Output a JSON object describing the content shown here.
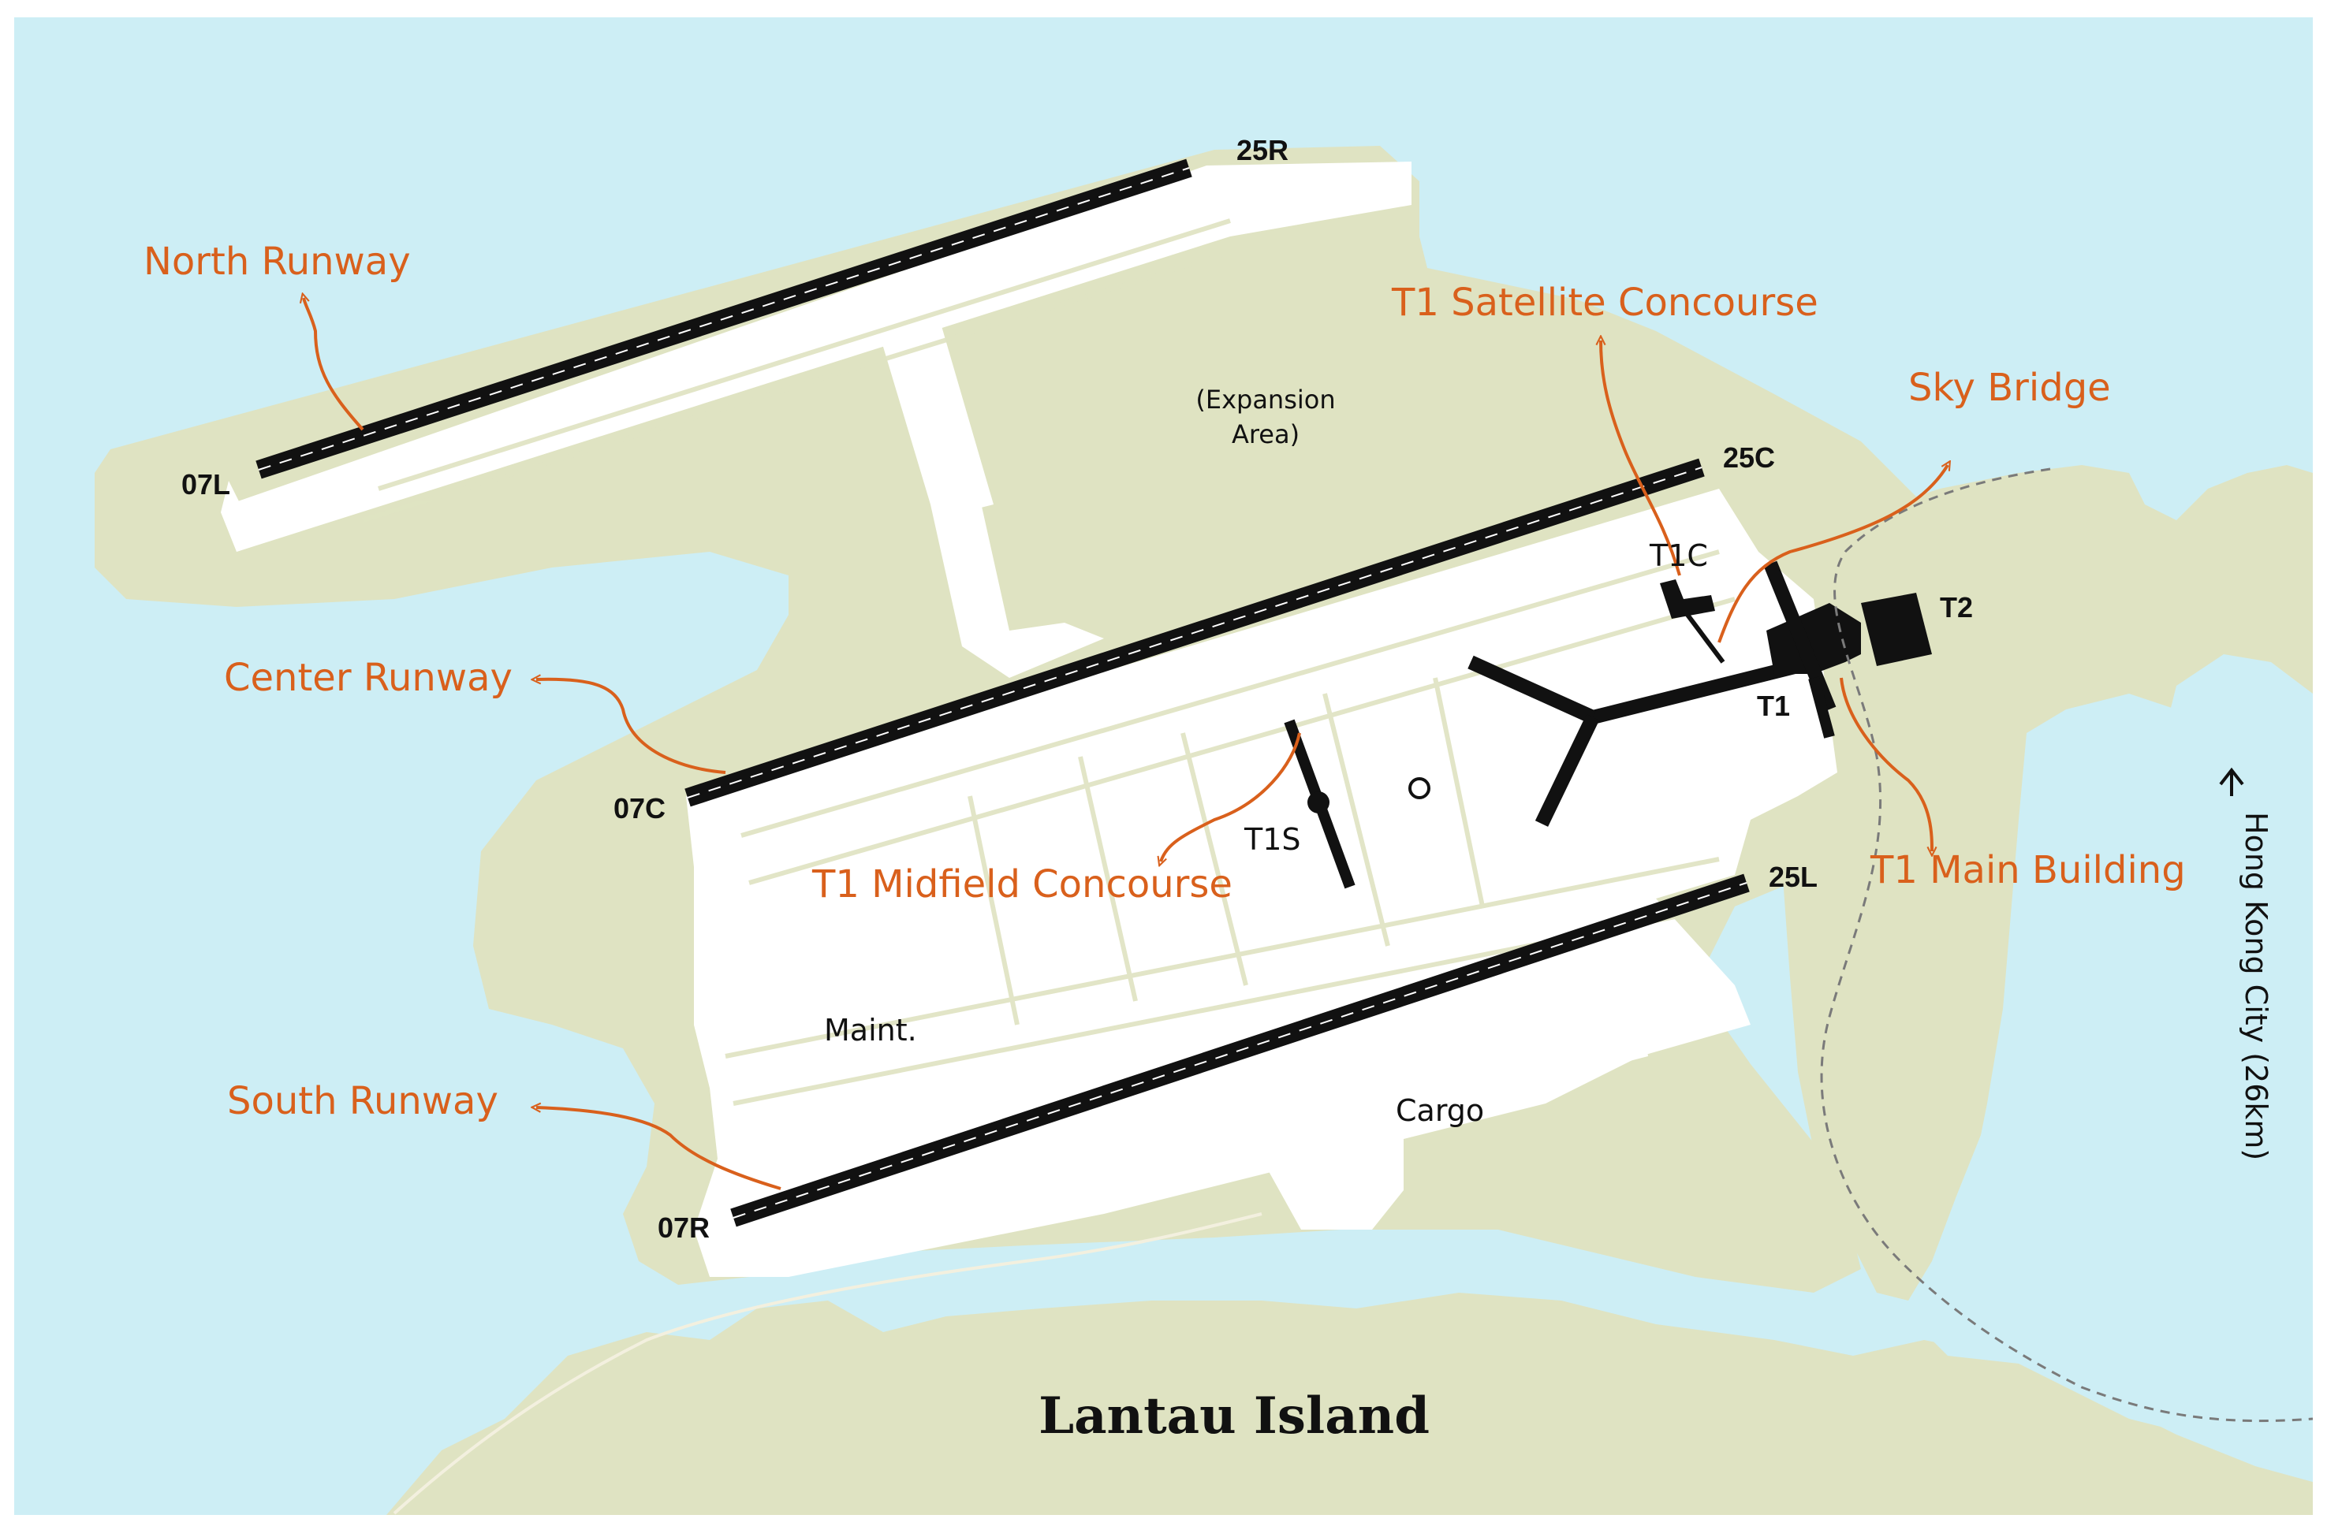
{
  "colors": {
    "water": "#cdeef5",
    "land": "#dfe3c2",
    "airfield": "#ffffff",
    "runway": "#111111",
    "callout": "#d9601c",
    "text": "#111111",
    "route": "#7a7a7a"
  },
  "callouts": {
    "north_runway": "North Runway",
    "center_runway": "Center Runway",
    "south_runway": "South Runway",
    "t1_satellite": "T1 Satellite Concourse",
    "sky_bridge": "Sky Bridge",
    "t1_midfield": "T1 Midfield Concourse",
    "t1_main": "T1 Main Building"
  },
  "runway_ends": {
    "north_east": "25R",
    "north_west": "07L",
    "center_east": "25C",
    "center_west": "07C",
    "south_east": "25L",
    "south_west": "07R"
  },
  "areas": {
    "expansion_line1": "(Expansion",
    "expansion_line2": "Area)",
    "t1c": "T1C",
    "t1": "T1",
    "t2": "T2",
    "t1s": "T1S",
    "maint": "Maint.",
    "cargo": "Cargo"
  },
  "island": "Lantau Island",
  "direction": {
    "label": "Hong Kong City (26km)",
    "icon": "arrow-up-icon"
  }
}
